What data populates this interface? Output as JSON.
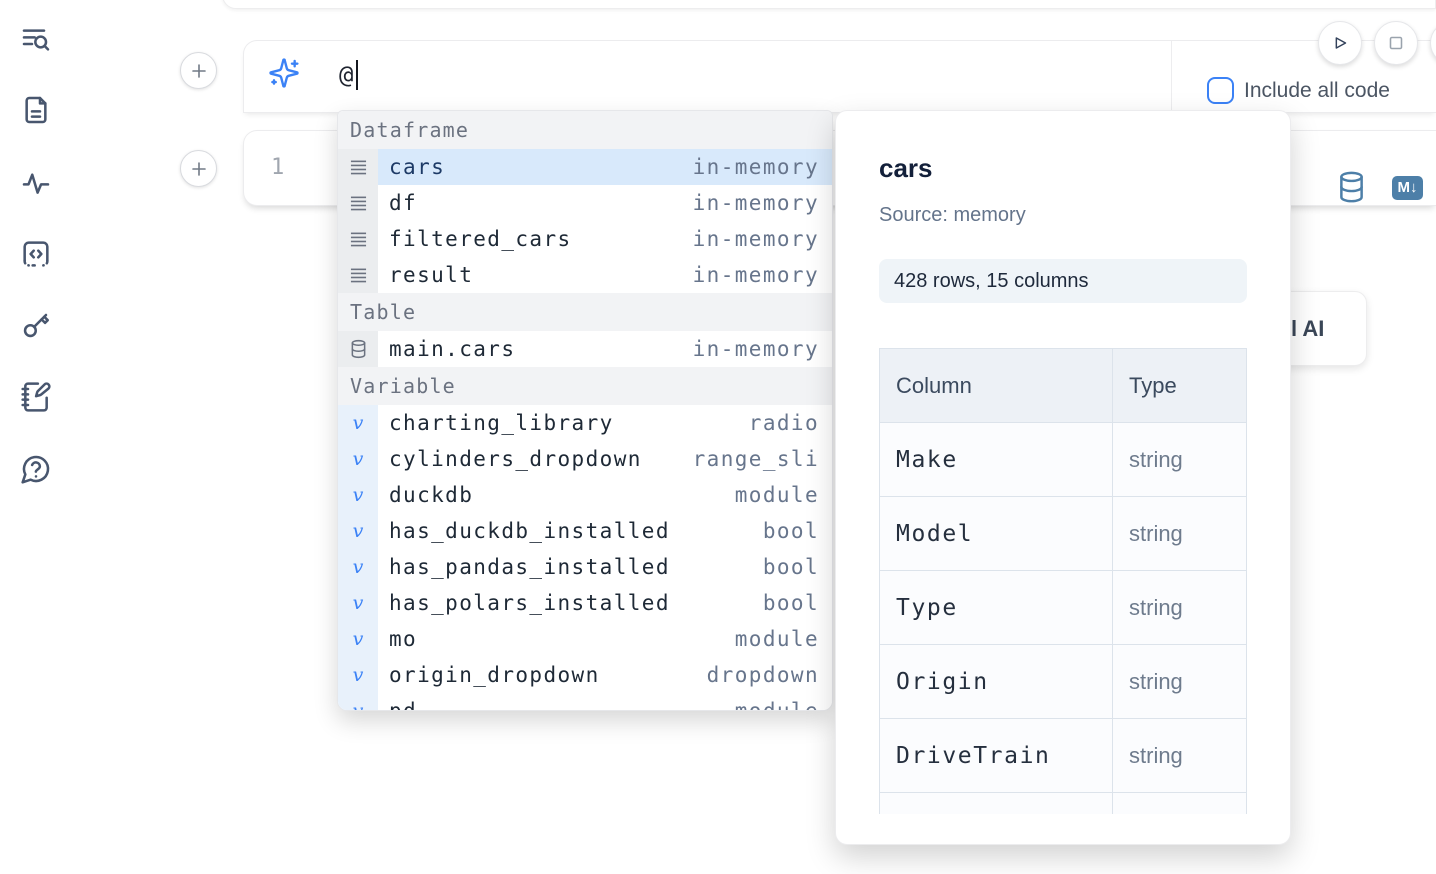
{
  "sidebar": {
    "icons": [
      "toc-search-icon",
      "document-icon",
      "activity-icon",
      "code-snippet-icon",
      "key-icon",
      "scratchpad-icon",
      "help-chat-icon"
    ]
  },
  "toolbar": {
    "include_all_code_label": "Include all code"
  },
  "ai_input": {
    "value": "@"
  },
  "editor": {
    "line_number": "1"
  },
  "hidden_fragment": {
    "label": "l AI"
  },
  "icons": {
    "variable_glyph": "v",
    "markdown_badge": "M↓"
  },
  "completion": {
    "sections": [
      {
        "label": "Dataframe",
        "items": [
          {
            "name": "cars",
            "detail": "in-memory"
          },
          {
            "name": "df",
            "detail": "in-memory"
          },
          {
            "name": "filtered_cars",
            "detail": "in-memory"
          },
          {
            "name": "result",
            "detail": "in-memory"
          }
        ]
      },
      {
        "label": "Table",
        "items": [
          {
            "name": "main.cars",
            "detail": "in-memory"
          }
        ]
      },
      {
        "label": "Variable",
        "items": [
          {
            "name": "charting_library",
            "detail": "radio"
          },
          {
            "name": "cylinders_dropdown",
            "detail": "range_sli"
          },
          {
            "name": "duckdb",
            "detail": "module"
          },
          {
            "name": "has_duckdb_installed",
            "detail": "bool"
          },
          {
            "name": "has_pandas_installed",
            "detail": "bool"
          },
          {
            "name": "has_polars_installed",
            "detail": "bool"
          },
          {
            "name": "mo",
            "detail": "module"
          },
          {
            "name": "origin_dropdown",
            "detail": "dropdown"
          },
          {
            "name": "pd",
            "detail": "module"
          }
        ]
      }
    ]
  },
  "dataset_preview": {
    "title": "cars",
    "source": "Source: memory",
    "shape_badge": "428 rows, 15 columns",
    "table": {
      "headers": [
        "Column",
        "Type"
      ],
      "rows": [
        [
          "Make",
          "string"
        ],
        [
          "Model",
          "string"
        ],
        [
          "Type",
          "string"
        ],
        [
          "Origin",
          "string"
        ],
        [
          "DriveTrain",
          "string"
        ],
        [
          "",
          ""
        ]
      ]
    }
  },
  "colors": {
    "accent_blue": "#3b82f6",
    "steel_blue": "#4d7fa8",
    "selection_bg": "#d8e9fb"
  }
}
